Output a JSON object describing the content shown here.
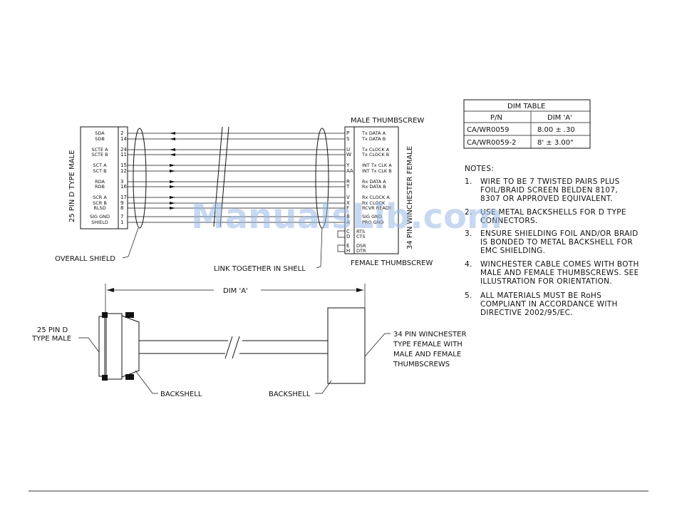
{
  "schematic": {
    "left_connector_label": "25 PIN D TYPE MALE",
    "right_connector_label": "34 PIN WINCHESTER FEMALE",
    "male_thumbscrew": "MALE THUMBSCREW",
    "female_thumbscrew": "FEMALE THUMBSCREW",
    "overall_shield": "OVERALL SHIELD",
    "link_together": "LINK TOGETHER IN SHELL",
    "left_signals": [
      {
        "name": "SDA",
        "pin": "2"
      },
      {
        "name": "SDB",
        "pin": "14"
      },
      {
        "name": "SCTE A",
        "pin": "24"
      },
      {
        "name": "SCTE B",
        "pin": "11"
      },
      {
        "name": "SCT A",
        "pin": "15"
      },
      {
        "name": "SCT B",
        "pin": "12"
      },
      {
        "name": "RDA",
        "pin": "3"
      },
      {
        "name": "RDB",
        "pin": "16"
      },
      {
        "name": "SCR A",
        "pin": "17"
      },
      {
        "name": "SCR B",
        "pin": "9"
      },
      {
        "name": "RLSD",
        "pin": "8"
      },
      {
        "name": "SIG GND",
        "pin": "7"
      },
      {
        "name": "SHIELD",
        "pin": "1"
      }
    ],
    "right_signals": [
      {
        "pin": "P",
        "name": "Tx DATA A"
      },
      {
        "pin": "S",
        "name": "Tx DATA B"
      },
      {
        "pin": "U",
        "name": "Tx CLOCK A"
      },
      {
        "pin": "W",
        "name": "Tx CLOCK B"
      },
      {
        "pin": "Y",
        "name": "INT Tx CLK A"
      },
      {
        "pin": "AA",
        "name": "INT Tx CLK B"
      },
      {
        "pin": "R",
        "name": "Rx DATA A"
      },
      {
        "pin": "T",
        "name": "Rx DATA B"
      },
      {
        "pin": "V",
        "name": "Rx CLOCK A"
      },
      {
        "pin": "X",
        "name": "Rx CLOCK"
      },
      {
        "pin": "F",
        "name": "RCVR READY"
      },
      {
        "pin": "B",
        "name": "SIG GND"
      },
      {
        "pin": "A",
        "name": "PRO GND"
      }
    ],
    "loopbacks": [
      {
        "pin": "C",
        "name": "RTS"
      },
      {
        "pin": "D",
        "name": "CTS"
      },
      {
        "pin": "E",
        "name": "DSR"
      },
      {
        "pin": "H",
        "name": "DTR"
      }
    ]
  },
  "dim_table": {
    "title": "DIM TABLE",
    "headers": [
      "P/N",
      "DIM 'A'"
    ],
    "rows": [
      [
        "CA/WR0059",
        "8.00 ± .30"
      ],
      [
        "CA/WR0059-2",
        "8' ± 3.00\""
      ]
    ]
  },
  "notes": {
    "heading": "NOTES:",
    "items": [
      {
        "num": "1.",
        "lines": [
          "WIRE TO BE 7 TWISTED PAIRS PLUS",
          "FOIL/BRAID SCREEN BELDEN 8107,",
          "8307 OR APPROVED EQUIVALENT."
        ]
      },
      {
        "num": "2.",
        "lines": [
          "USE METAL BACKSHELLS FOR D TYPE",
          "CONNECTORS."
        ]
      },
      {
        "num": "3.",
        "lines": [
          "ENSURE SHIELDING FOIL AND/OR BRAID",
          "IS BONDED TO METAL BACKSHELL FOR",
          "EMC SHIELDING."
        ]
      },
      {
        "num": "4.",
        "lines": [
          "WINCHESTER CABLE COMES WITH BOTH",
          "MALE AND FEMALE THUMBSCREWS. SEE",
          "ILLUSTRATION FOR ORIENTATION."
        ]
      },
      {
        "num": "5.",
        "lines": [
          "ALL MATERIALS MUST BE RoHS",
          "COMPLIANT IN ACCORDANCE WITH",
          "DIRECTIVE 2002/95/EC."
        ]
      }
    ]
  },
  "assembly": {
    "dim": "DIM 'A'",
    "left_connector": [
      "25 PIN D",
      "TYPE MALE"
    ],
    "right_connector": [
      "34 PIN WINCHESTER",
      "TYPE FEMALE WITH",
      "MALE AND FEMALE",
      "THUMBSCREWS"
    ],
    "backshell_left": "BACKSHELL",
    "backshell_right": "BACKSHELL"
  },
  "watermark": "ManualsLib.com"
}
